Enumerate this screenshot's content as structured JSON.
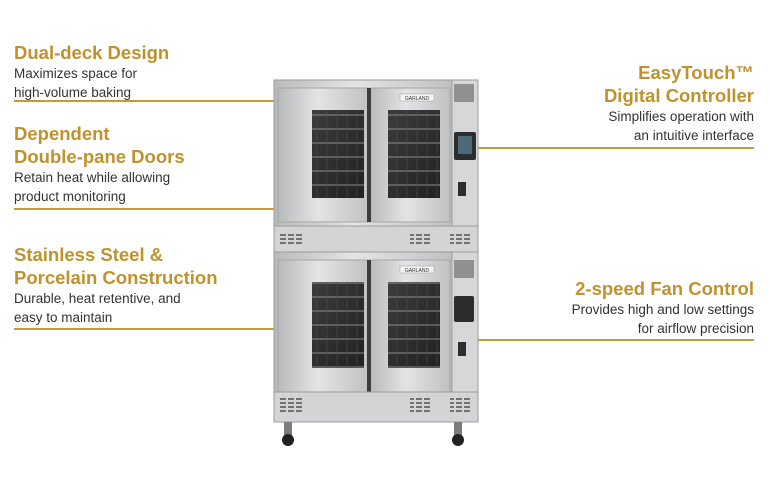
{
  "features": {
    "dual_deck": {
      "title_1": "Dual-deck Design",
      "desc_1": "Maximizes space for",
      "desc_2": "high-volume baking"
    },
    "doors": {
      "title_1": "Dependent",
      "title_2": "Double-pane Doors",
      "desc_1": "Retain heat while allowing",
      "desc_2": "product monitoring"
    },
    "steel": {
      "title_1": "Stainless Steel &",
      "title_2": "Porcelain Construction",
      "desc_1": "Durable, heat retentive, and",
      "desc_2": "easy to maintain"
    },
    "controller": {
      "title_1": "EasyTouch™",
      "title_2": "Digital Controller",
      "desc_1": "Simplifies operation with",
      "desc_2": "an intuitive interface"
    },
    "fan": {
      "title_1": "2-speed Fan Control",
      "desc_1": "Provides high and low settings",
      "desc_2": "for airflow precision"
    }
  },
  "oven": {
    "brand_upper": "GARLAND",
    "brand_lower": "GARLAND"
  },
  "colors": {
    "accent": "#c59a37",
    "title": "#c0922c",
    "text": "#333333",
    "steel": "#c9cbcd"
  }
}
